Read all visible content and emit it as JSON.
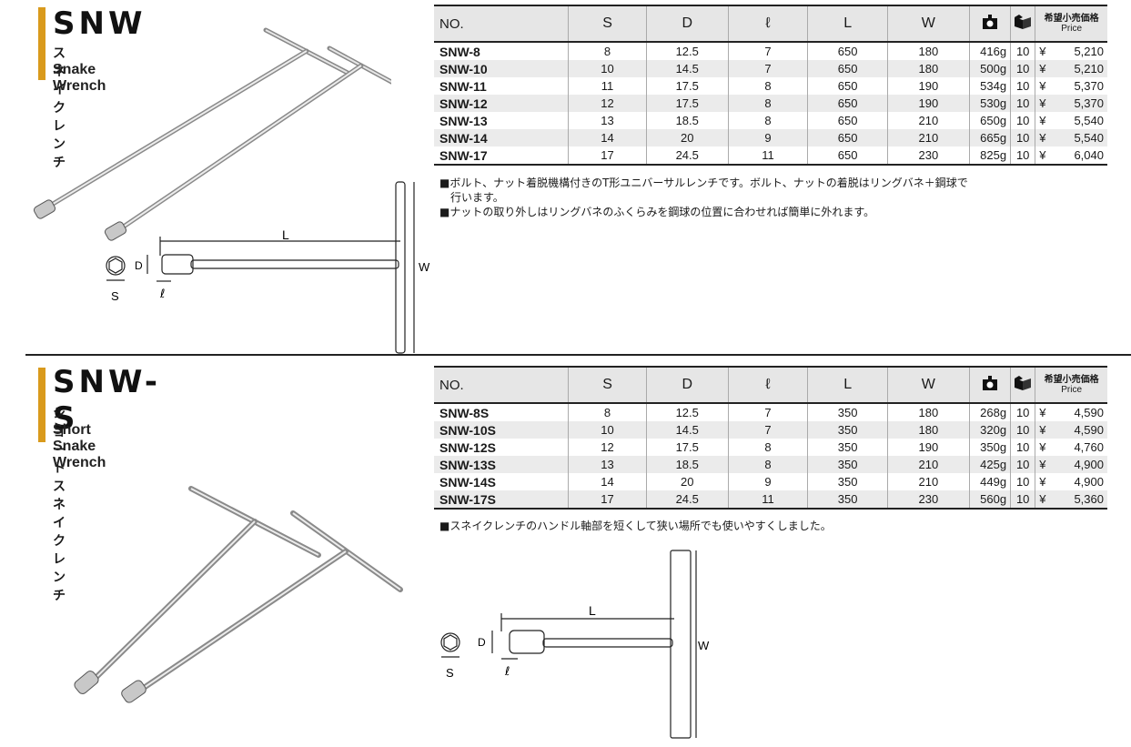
{
  "headers": {
    "no": "NO.",
    "s": "S",
    "d": "D",
    "l_small": "ℓ",
    "l": "L",
    "w": "W",
    "price_jp": "希望小売価格",
    "price_en": "Price"
  },
  "icons": {
    "weight": "weight-scale-icon",
    "box": "carton-box-icon"
  },
  "colors": {
    "accent_bar": "#d99a1c",
    "header_bg": "#e6e6e6",
    "row_alt": "#ebebeb"
  },
  "snw": {
    "code": "SNW",
    "name_jp": "スネイクレンチ",
    "name_en": "Snake Wrench",
    "rows": [
      {
        "no": "SNW-8",
        "s": "8",
        "d": "12.5",
        "l_small": "7",
        "l": "650",
        "w": "180",
        "weight": "416g",
        "qty": "10",
        "yen": "¥",
        "price": "5,210"
      },
      {
        "no": "SNW-10",
        "s": "10",
        "d": "14.5",
        "l_small": "7",
        "l": "650",
        "w": "180",
        "weight": "500g",
        "qty": "10",
        "yen": "¥",
        "price": "5,210"
      },
      {
        "no": "SNW-11",
        "s": "11",
        "d": "17.5",
        "l_small": "8",
        "l": "650",
        "w": "190",
        "weight": "534g",
        "qty": "10",
        "yen": "¥",
        "price": "5,370"
      },
      {
        "no": "SNW-12",
        "s": "12",
        "d": "17.5",
        "l_small": "8",
        "l": "650",
        "w": "190",
        "weight": "530g",
        "qty": "10",
        "yen": "¥",
        "price": "5,370"
      },
      {
        "no": "SNW-13",
        "s": "13",
        "d": "18.5",
        "l_small": "8",
        "l": "650",
        "w": "210",
        "weight": "650g",
        "qty": "10",
        "yen": "¥",
        "price": "5,540"
      },
      {
        "no": "SNW-14",
        "s": "14",
        "d": "20",
        "l_small": "9",
        "l": "650",
        "w": "210",
        "weight": "665g",
        "qty": "10",
        "yen": "¥",
        "price": "5,540"
      },
      {
        "no": "SNW-17",
        "s": "17",
        "d": "24.5",
        "l_small": "11",
        "l": "650",
        "w": "230",
        "weight": "825g",
        "qty": "10",
        "yen": "¥",
        "price": "6,040"
      }
    ],
    "notes": [
      "■ボルト、ナット着脱機構付きのT形ユニバーサルレンチです。ボルト、ナットの着脱はリングバネ＋鋼球で",
      "　行います。",
      "■ナットの取り外しはリングバネのふくらみを鋼球の位置に合わせれば簡単に外れます。"
    ],
    "diagram": {
      "label_l": "L",
      "label_w": "W",
      "label_d": "D",
      "label_s": "S",
      "label_l_small": "ℓ"
    }
  },
  "snws": {
    "code": "SNW-S",
    "name_jp": "ショートスネイクレンチ",
    "name_en": "Short Snake Wrench",
    "rows": [
      {
        "no": "SNW-8S",
        "s": "8",
        "d": "12.5",
        "l_small": "7",
        "l": "350",
        "w": "180",
        "weight": "268g",
        "qty": "10",
        "yen": "¥",
        "price": "4,590"
      },
      {
        "no": "SNW-10S",
        "s": "10",
        "d": "14.5",
        "l_small": "7",
        "l": "350",
        "w": "180",
        "weight": "320g",
        "qty": "10",
        "yen": "¥",
        "price": "4,590"
      },
      {
        "no": "SNW-12S",
        "s": "12",
        "d": "17.5",
        "l_small": "8",
        "l": "350",
        "w": "190",
        "weight": "350g",
        "qty": "10",
        "yen": "¥",
        "price": "4,760"
      },
      {
        "no": "SNW-13S",
        "s": "13",
        "d": "18.5",
        "l_small": "8",
        "l": "350",
        "w": "210",
        "weight": "425g",
        "qty": "10",
        "yen": "¥",
        "price": "4,900"
      },
      {
        "no": "SNW-14S",
        "s": "14",
        "d": "20",
        "l_small": "9",
        "l": "350",
        "w": "210",
        "weight": "449g",
        "qty": "10",
        "yen": "¥",
        "price": "4,900"
      },
      {
        "no": "SNW-17S",
        "s": "17",
        "d": "24.5",
        "l_small": "11",
        "l": "350",
        "w": "230",
        "weight": "560g",
        "qty": "10",
        "yen": "¥",
        "price": "5,360"
      }
    ],
    "notes": [
      "■スネイクレンチのハンドル軸部を短くして狭い場所でも使いやすくしました。"
    ],
    "diagram": {
      "label_l": "L",
      "label_w": "W",
      "label_d": "D",
      "label_s": "S",
      "label_l_small": "ℓ"
    }
  }
}
